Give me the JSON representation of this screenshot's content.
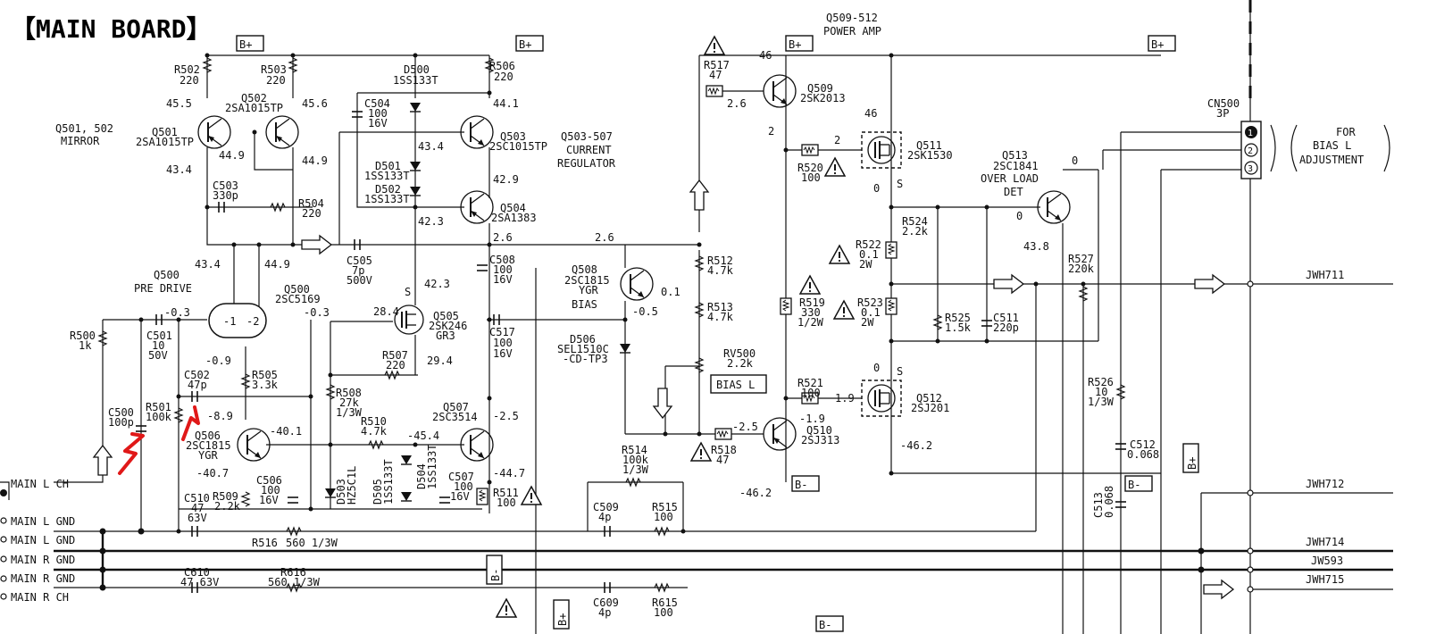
{
  "title": "【MAIN BOARD】",
  "supply_labels": {
    "bplus": "B+",
    "bminus": "B-"
  },
  "groups": {
    "mirror": {
      "name": "Q501, 502",
      "role": "MIRROR"
    },
    "pre_drive": {
      "name": "Q500",
      "role": "PRE DRIVE"
    },
    "current_reg": {
      "name": "Q503-507",
      "role1": "CURRENT",
      "role2": "REGULATOR"
    },
    "power_amp": {
      "name": "Q509-512",
      "role": "POWER AMP"
    },
    "over_load": {
      "name": "Q513",
      "part": "2SC1841",
      "role1": "OVER LOAD",
      "role2": "DET"
    },
    "bias": {
      "name": "Q508",
      "part1": "2SC1815",
      "part2": "YGR",
      "role": "BIAS"
    }
  },
  "connector": {
    "name": "CN500",
    "pins": "3P",
    "note1": "FOR",
    "note2": "BIAS L",
    "note3": "ADJUSTMENT",
    "pin_labels": [
      "1",
      "2",
      "3"
    ]
  },
  "inputs": [
    "MAIN L CH",
    "MAIN L GND",
    "MAIN L GND",
    "MAIN R GND",
    "MAIN R GND",
    "MAIN R CH"
  ],
  "outputs": [
    "JWH711",
    "JWH712",
    "JWH714",
    "JW593",
    "JWH715"
  ],
  "bias_box": "BIAS L",
  "components": {
    "r502": [
      "R502",
      "220"
    ],
    "r503": [
      "R503",
      "220"
    ],
    "r506": [
      "R506",
      "220"
    ],
    "d500": [
      "D500",
      "1SS133T"
    ],
    "c504": [
      "C504",
      "100",
      "16V"
    ],
    "q501": [
      "Q501",
      "2SA1015TP"
    ],
    "q502": [
      "Q502",
      "2SA1015TP"
    ],
    "q503": [
      "Q503",
      "2SC1015TP"
    ],
    "q504": [
      "Q504",
      "2SA1383"
    ],
    "d501": [
      "D501",
      "1SS133T"
    ],
    "d502": [
      "D502",
      "1SS133T"
    ],
    "c503": [
      "C503",
      "330p"
    ],
    "r504": [
      "R504",
      "220"
    ],
    "c505": [
      "C505",
      "7p",
      "500V"
    ],
    "c508": [
      "C508",
      "100",
      "16V"
    ],
    "q500": [
      "Q500",
      "2SC5169"
    ],
    "r500": [
      "R500",
      "1k"
    ],
    "c501": [
      "C501",
      "10",
      "50V"
    ],
    "c502": [
      "C502",
      "47p"
    ],
    "r505": [
      "R505",
      "3.3k"
    ],
    "c500": [
      "C500",
      "100p"
    ],
    "r501": [
      "R501",
      "100k"
    ],
    "q505": [
      "Q505",
      "2SK246",
      "GR3"
    ],
    "r507": [
      "R507",
      "220"
    ],
    "r508": [
      "R508",
      "27k",
      "1/3W"
    ],
    "c517": [
      "C517",
      "100",
      "16V"
    ],
    "q506": [
      "Q506",
      "2SC1815",
      "YGR"
    ],
    "r510": [
      "R510",
      "4.7k"
    ],
    "q507": [
      "Q507",
      "2SC3514"
    ],
    "d503": [
      "D503",
      "HZ5C1L"
    ],
    "d505": [
      "D505",
      "1SS133T"
    ],
    "d504": [
      "D504",
      "1SS133T"
    ],
    "c507": [
      "C507",
      "100",
      "16V"
    ],
    "r511": [
      "R511",
      "100"
    ],
    "c506": [
      "C506",
      "100",
      "16V"
    ],
    "c510": [
      "C510",
      "47",
      "63V"
    ],
    "r509": [
      "R509",
      "2.2k"
    ],
    "r516": [
      "R516",
      "560 1/3W"
    ],
    "c610": [
      "C610",
      "47 63V"
    ],
    "r616": [
      "R616",
      "560 1/3W"
    ],
    "d506": [
      "D506",
      "SEL1510C",
      "-CD-TP3"
    ],
    "r517": [
      "R517",
      "47"
    ],
    "q509": [
      "Q509",
      "2SK2013"
    ],
    "r520": [
      "R520",
      "100"
    ],
    "q511": [
      "Q511",
      "2SK1530"
    ],
    "r512": [
      "R512",
      "4.7k"
    ],
    "r513": [
      "R513",
      "4.7k"
    ],
    "rv500": [
      "RV500",
      "2.2k"
    ],
    "r522": [
      "R522",
      "0.1",
      "2W"
    ],
    "r519": [
      "R519",
      "330",
      "1/2W"
    ],
    "r523": [
      "R523",
      "0.1",
      "2W"
    ],
    "r524": [
      "R524",
      "2.2k"
    ],
    "r525": [
      "R525",
      "1.5k"
    ],
    "c511": [
      "C511",
      "220p"
    ],
    "r527": [
      "R527",
      "220k"
    ],
    "r521": [
      "R521",
      "100"
    ],
    "q512": [
      "Q512",
      "2SJ201"
    ],
    "q510": [
      "Q510",
      "2SJ313"
    ],
    "r518": [
      "R518",
      "47"
    ],
    "r514": [
      "R514",
      "100k",
      "1/3W"
    ],
    "c509": [
      "C509",
      "4p"
    ],
    "r515": [
      "R515",
      "100"
    ],
    "c609": [
      "C609",
      "4p"
    ],
    "r615": [
      "R615",
      "100"
    ],
    "r526": [
      "R526",
      "10",
      "1/3W"
    ],
    "c512": [
      "C512",
      "0.068"
    ],
    "c513": [
      "C513",
      "0.068"
    ]
  },
  "voltages": {
    "v_q501_e": "45.5",
    "v_q502_e": "45.6",
    "v_q501_c": "43.4",
    "v_q501_b": "44.9",
    "v_q502_c": "44.9",
    "v_q503_c": "44.1",
    "v_q503_b": "43.4",
    "v_q503_e": "42.9",
    "v_q504_b": "42.3",
    "v_q504_c": "2.6",
    "v_q500_b1": "-0.3",
    "v_q500_b2": "-0.3",
    "v_q500_c1": "43.4",
    "v_q500_c2": "44.9",
    "v_q500_e": "-0.9",
    "v_q506_b": "-8.9",
    "v_q506_c": "-40.1",
    "v_q506_e": "-40.7",
    "v_q505_s": "42.3",
    "v_q505_g": "28.4",
    "v_q505_d": "29.4",
    "v_q505_slabel": "S",
    "v_q507_b": "-45.4",
    "v_q507_c": "-2.5",
    "v_q507_e": "-44.7",
    "v_q508_c": "2.6",
    "v_q508_b": "0.1",
    "v_q508_e": "-0.5",
    "v_q509_c": "46",
    "v_q509_b": "2.6",
    "v_q509_e": "2",
    "v_q511_d": "46",
    "v_q511_g": "2",
    "v_q511_s": "0",
    "v_q511_slabel": "S",
    "v_q513_c": "0",
    "v_q513_b": "0",
    "v_q513_e": "43.8",
    "v_q512_s": "0",
    "v_q512_slabel": "S",
    "v_q512_g": "1.9",
    "v_q512_gb": "-1.9",
    "v_q512_d": "-46.2",
    "v_q510_b": "-2.5",
    "v_q510_e": "-46.2"
  }
}
